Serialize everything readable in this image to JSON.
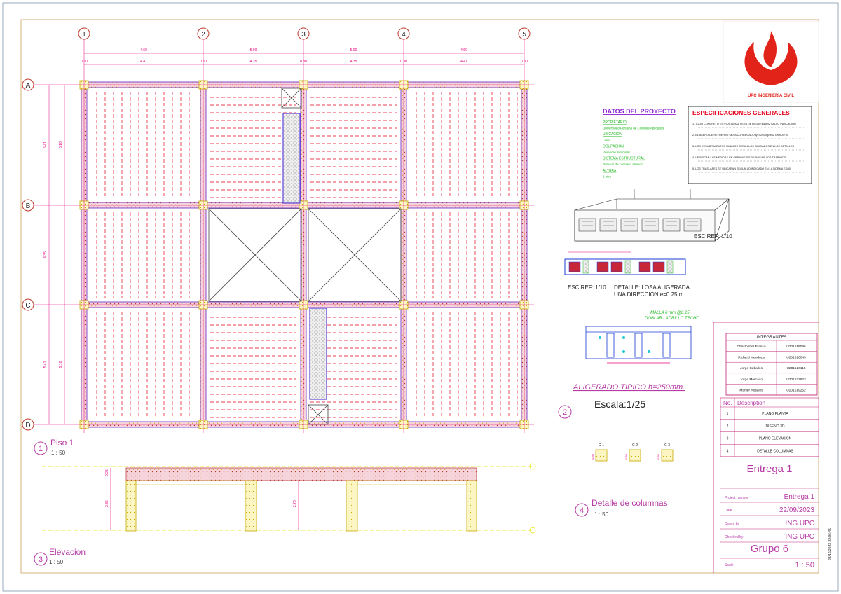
{
  "colors": {
    "grid": "#e6007e",
    "beam": "#f2b8c6",
    "rebar": "#e6001a",
    "column_fill": "#f7f2b0",
    "slab_block": "#c8c8c8",
    "frame": "#d4b27a",
    "logo": "#e2231a",
    "text_dark": "#1a1a1a",
    "annot_purple": "#8a1ed6",
    "annot_green": "#1fb81f",
    "title_table_line": "#c1287a"
  },
  "grid_axes": {
    "columns": [
      "1",
      "2",
      "3",
      "4",
      "5"
    ],
    "rows": [
      "A",
      "B",
      "C",
      "D"
    ]
  },
  "dimensions": {
    "top_spans": [
      "4.60",
      "5.00",
      "5.00",
      "4.60"
    ],
    "top_inner": [
      "4.41",
      "4.35",
      "4.35",
      "4.41"
    ],
    "column_widths": [
      "0.30",
      "0.30",
      "0.30",
      "0.30",
      "0.30"
    ],
    "left_spans": [
      "5.41",
      "4.35",
      "5.41"
    ],
    "left_outer": [
      "5.10",
      "5.10"
    ]
  },
  "views": {
    "plan": {
      "number": "1",
      "name": "Piso 1",
      "scale": "1 : 50"
    },
    "slab_detail": {
      "number": "2",
      "title": "ALIGERADO TIPICO h=250mm.",
      "scale": "Escala:1/25"
    },
    "elevation": {
      "number": "3",
      "name": "Elevacion",
      "scale": "1 : 50"
    },
    "columns": {
      "number": "4",
      "name": "Detalle de columnas",
      "scale": "1 : 50",
      "tags": [
        "C-1",
        "C-2",
        "C-3"
      ],
      "sizes": [
        "0.30",
        "0.30",
        "0.30"
      ]
    }
  },
  "elevation_heights": [
    "0.25",
    "2.85",
    "2.70"
  ],
  "project_data": {
    "title": "DATOS DEL PROYECTO",
    "lines": [
      "PROPIETARIO",
      "Universidad Peruana de Ciencias Aplicadas",
      "UBICACION",
      "Lima",
      "OCUPACION",
      "Vivienda unifamiliar",
      "SISTEMA ESTRUCTURAL",
      "Porticos de concreto armado",
      "ALTURA",
      "1 piso"
    ]
  },
  "general_specs": {
    "title": "ESPECIFICACIONES GENERALES",
    "items": [
      "1. TODO CONCRETO ESTRUCTURAL SERA DE f'c=210 kg/cm2 SALVO INDICACION",
      "2. EL ACERO DE REFUERZO SERA CORRUGADO fy=4200 kg/cm2 GRADO 60",
      "3. LOS RECUBRIMIENTOS MINIMOS SERAN LOS INDICADOS EN LOS DETALLES",
      "4. VERIFICAR LAS MEDIDAS EN OBRA ANTES DE INICIAR LOS TRABAJOS",
      "5. LOS TRASLAPES SE UBICARAN SEGUN LO INDICADO EN LA NORMA E.060"
    ]
  },
  "slab_section": {
    "scale_label": "ESC REF: 1/10",
    "detail_title": "DETALLE: LOSA ALIGERADA",
    "detail_sub": "UNA DIRECCION e=0.25 m",
    "mesh_note_1": "MALLA 6 mm @0.25",
    "mesh_note_2": "DOBLAR LADRILLO TECHO"
  },
  "logo": {
    "caption": "UPC INGENIERIA CIVIL"
  },
  "integrantes": {
    "title": "INTEGRANTES",
    "members": [
      {
        "name": "Christopher Franco",
        "code": "U201516086"
      },
      {
        "name": "Richard Mendoza",
        "code": "U201516043"
      },
      {
        "name": "Jorge Ceballos",
        "code": "U201520115"
      },
      {
        "name": "Jorge Mercado",
        "code": "U201522523"
      },
      {
        "name": "Mahler Rosales",
        "code": "U201519252"
      }
    ]
  },
  "sheet_list": {
    "header_no": "No.",
    "header_desc": "Description",
    "rows": [
      {
        "no": "1",
        "desc": "PLANO PLANTA"
      },
      {
        "no": "2",
        "desc": "DISEÑO 3D"
      },
      {
        "no": "3",
        "desc": "PLANO ELEVACION"
      },
      {
        "no": "4",
        "desc": "DETALLE COLUMNAS"
      }
    ]
  },
  "title_block": {
    "entrega": "Entrega 1",
    "project_number_label": "Project number",
    "project_number": "Entrega 1",
    "date_label": "Date",
    "date": "22/09/2023",
    "drawn_by_label": "Drawn by",
    "drawn_by": "ING UPC",
    "checked_by_label": "Checked by",
    "checked_by": "ING UPC",
    "group": "Grupo 6",
    "scale_label": "Scale",
    "scale": "1 : 50"
  },
  "timestamp": "28/10/2023 22:36:45"
}
